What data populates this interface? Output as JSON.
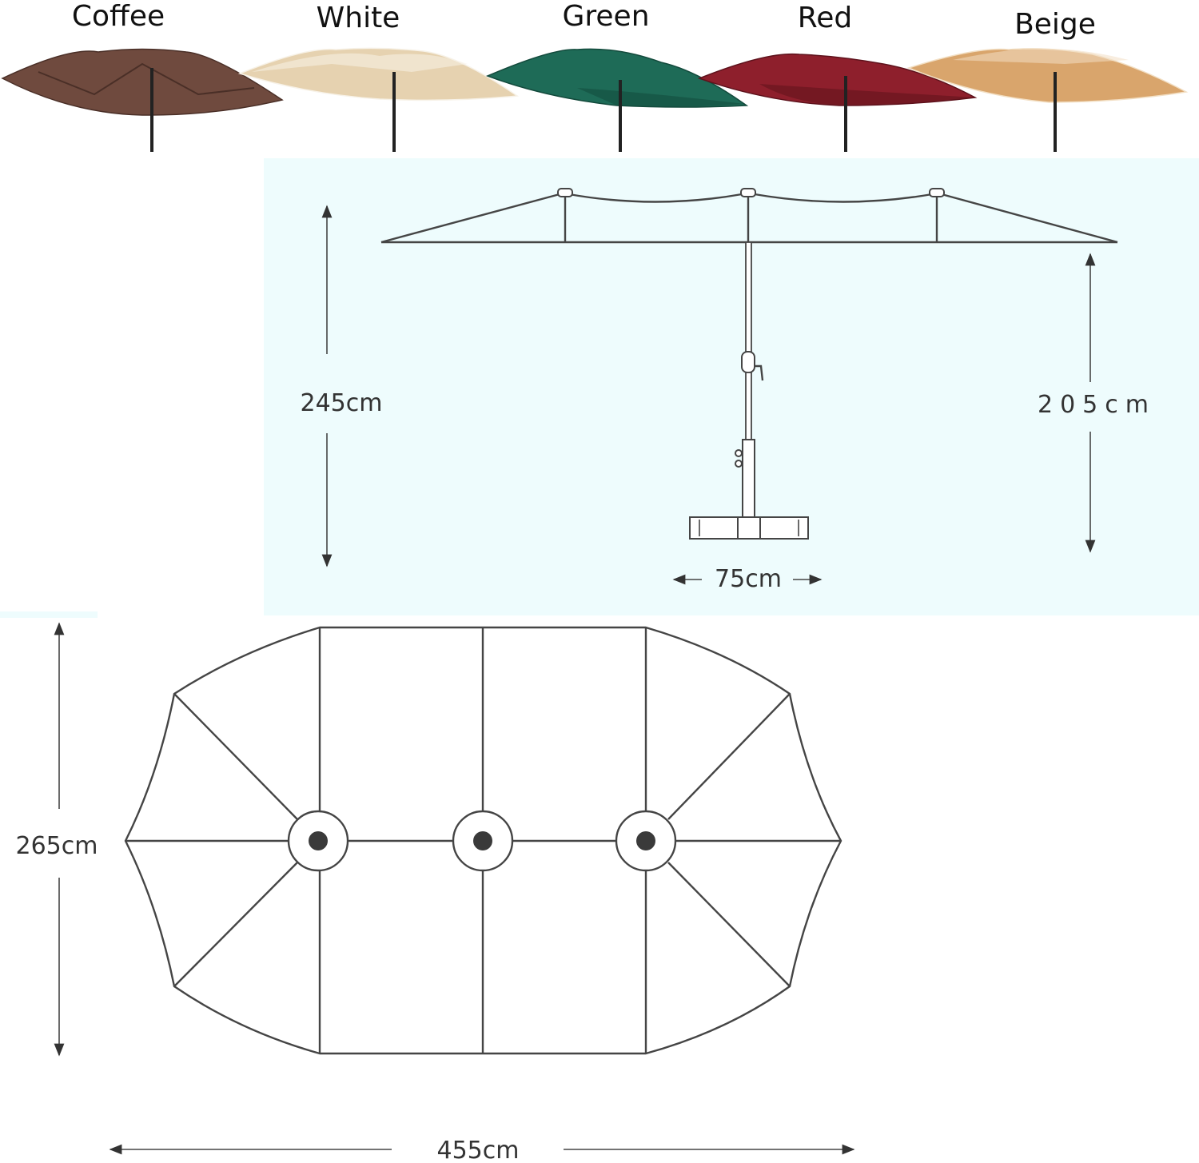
{
  "umbrellas": [
    {
      "label": "Coffee",
      "color": "#6f4a3e",
      "shade": "#4a2f27"
    },
    {
      "label": "White",
      "color": "#e6d2b0",
      "shade": "#f7f2e8"
    },
    {
      "label": "Green",
      "color": "#1e6b57",
      "shade": "#134a3c"
    },
    {
      "label": "Red",
      "color": "#8e1f2c",
      "shade": "#5e121c"
    },
    {
      "label": "Beige",
      "color": "#d9a56c",
      "shade": "#f2dfc4"
    }
  ],
  "side_view": {
    "height_total": "245cm",
    "height_clearance": "205cm",
    "base_width": "75cm"
  },
  "top_view": {
    "width": "265cm",
    "length": "455cm"
  },
  "colors": {
    "side_panel_bg": "#eefcfd",
    "line": "#454545",
    "hub": "#3a3a3a"
  }
}
